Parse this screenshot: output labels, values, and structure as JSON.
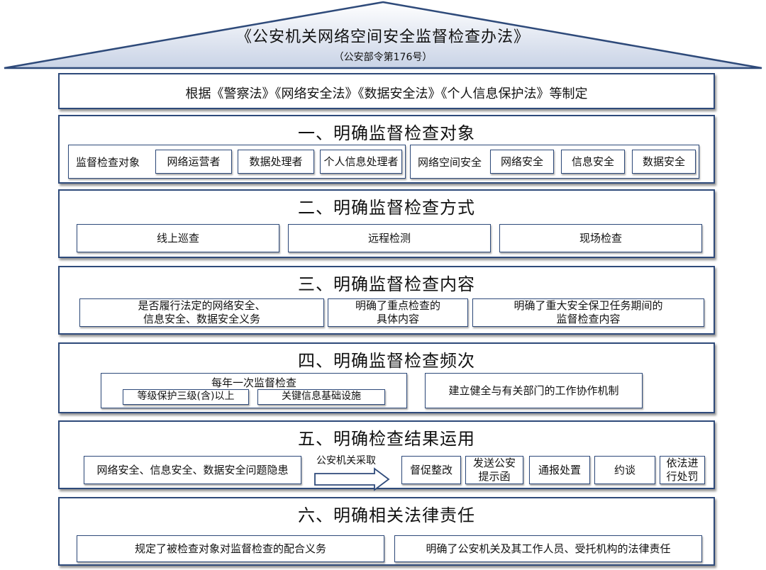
{
  "roof": {
    "title": "《公安机关网络空间安全监督检查办法》",
    "subtitle": "（公安部令第176号）"
  },
  "basis": "根据《警察法》《网络安全法》《数据安全法》《个人信息保护法》等制定",
  "sections": [
    {
      "title": "一、明确监督检查对象",
      "groups": [
        {
          "label": "监督检查对象",
          "items": [
            "网络运营者",
            "数据处理者",
            "个人信息处理者"
          ]
        },
        {
          "label": "网络空间安全",
          "items": [
            "网络安全",
            "信息安全",
            "数据安全"
          ]
        }
      ]
    },
    {
      "title": "二、明确监督检查方式",
      "items": [
        "线上巡查",
        "远程检测",
        "现场检查"
      ]
    },
    {
      "title": "三、明确监督检查内容",
      "items": [
        [
          "是否履行法定的网络安全、",
          "信息安全、数据安全义务"
        ],
        [
          "明确了重点检查的",
          "具体内容"
        ],
        [
          "明确了重大安全保卫任务期间的",
          "监督检查内容"
        ]
      ]
    },
    {
      "title": "四、明确监督检查频次",
      "group": {
        "label": "每年一次监督检查",
        "items": [
          "等级保护三级(含)以上",
          "关键信息基础设施"
        ]
      },
      "item": "建立健全与有关部门的工作协作机制"
    },
    {
      "title": "五、明确检查结果运用",
      "source": "网络安全、信息安全、数据安全问题隐患",
      "arrow_label": "公安机关采取",
      "actions": [
        [
          "督促整改"
        ],
        [
          "发送公安",
          "提示函"
        ],
        [
          "通报处置"
        ],
        [
          "约谈"
        ],
        [
          "依法进",
          "行处罚"
        ]
      ]
    },
    {
      "title": "六、明确相关法律责任",
      "items": [
        "规定了被检查对象对监督检查的配合义务",
        "明确了公安机关及其工作人员、受托机构的法律责任"
      ]
    }
  ],
  "colors": {
    "border": "#2e4a7a",
    "roof_fill_top": "#ffffff",
    "roof_fill_bottom": "#c9d3e6"
  }
}
